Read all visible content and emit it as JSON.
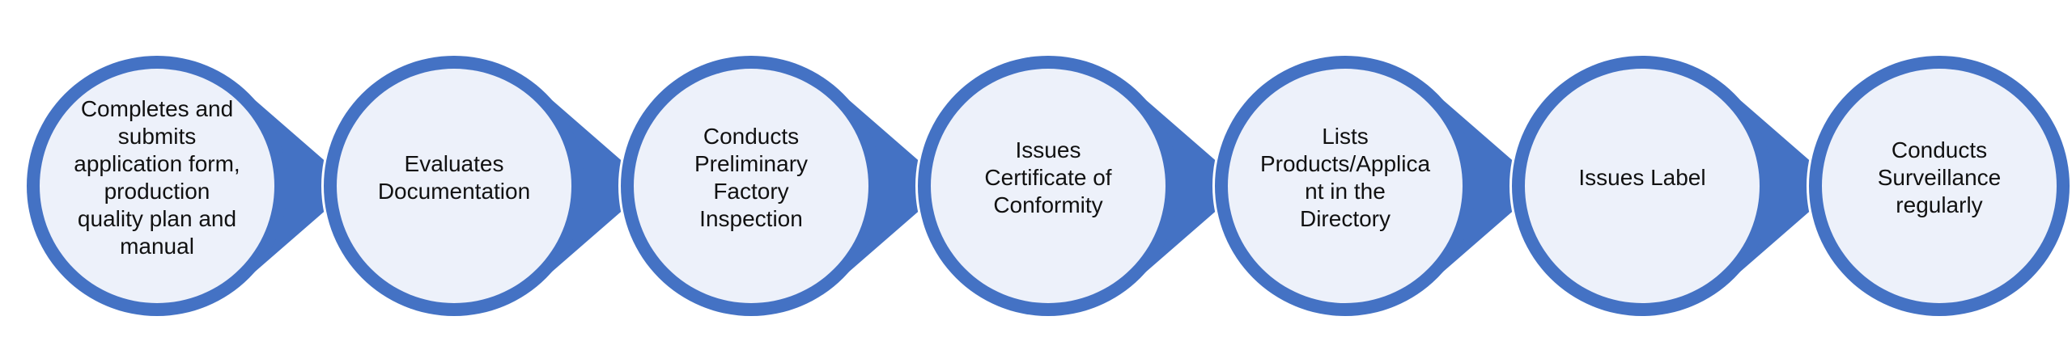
{
  "colors": {
    "ring": "#4472C4",
    "fill": "#EDF1FA",
    "gap": "#FFFFFF",
    "text": "#111111"
  },
  "steps": [
    {
      "text": "Completes and\nsubmits\napplication form,\nproduction\nquality plan and\nmanual"
    },
    {
      "text": "Evaluates\nDocumentation"
    },
    {
      "text": "Conducts\nPreliminary\nFactory\nInspection"
    },
    {
      "text": "Issues\nCertificate of\nConformity"
    },
    {
      "text": "Lists\nProducts/Applica\nnt in the\nDirectory"
    },
    {
      "text": "Issues Label"
    },
    {
      "text": "Conducts\nSurveillance\nregularly"
    }
  ]
}
